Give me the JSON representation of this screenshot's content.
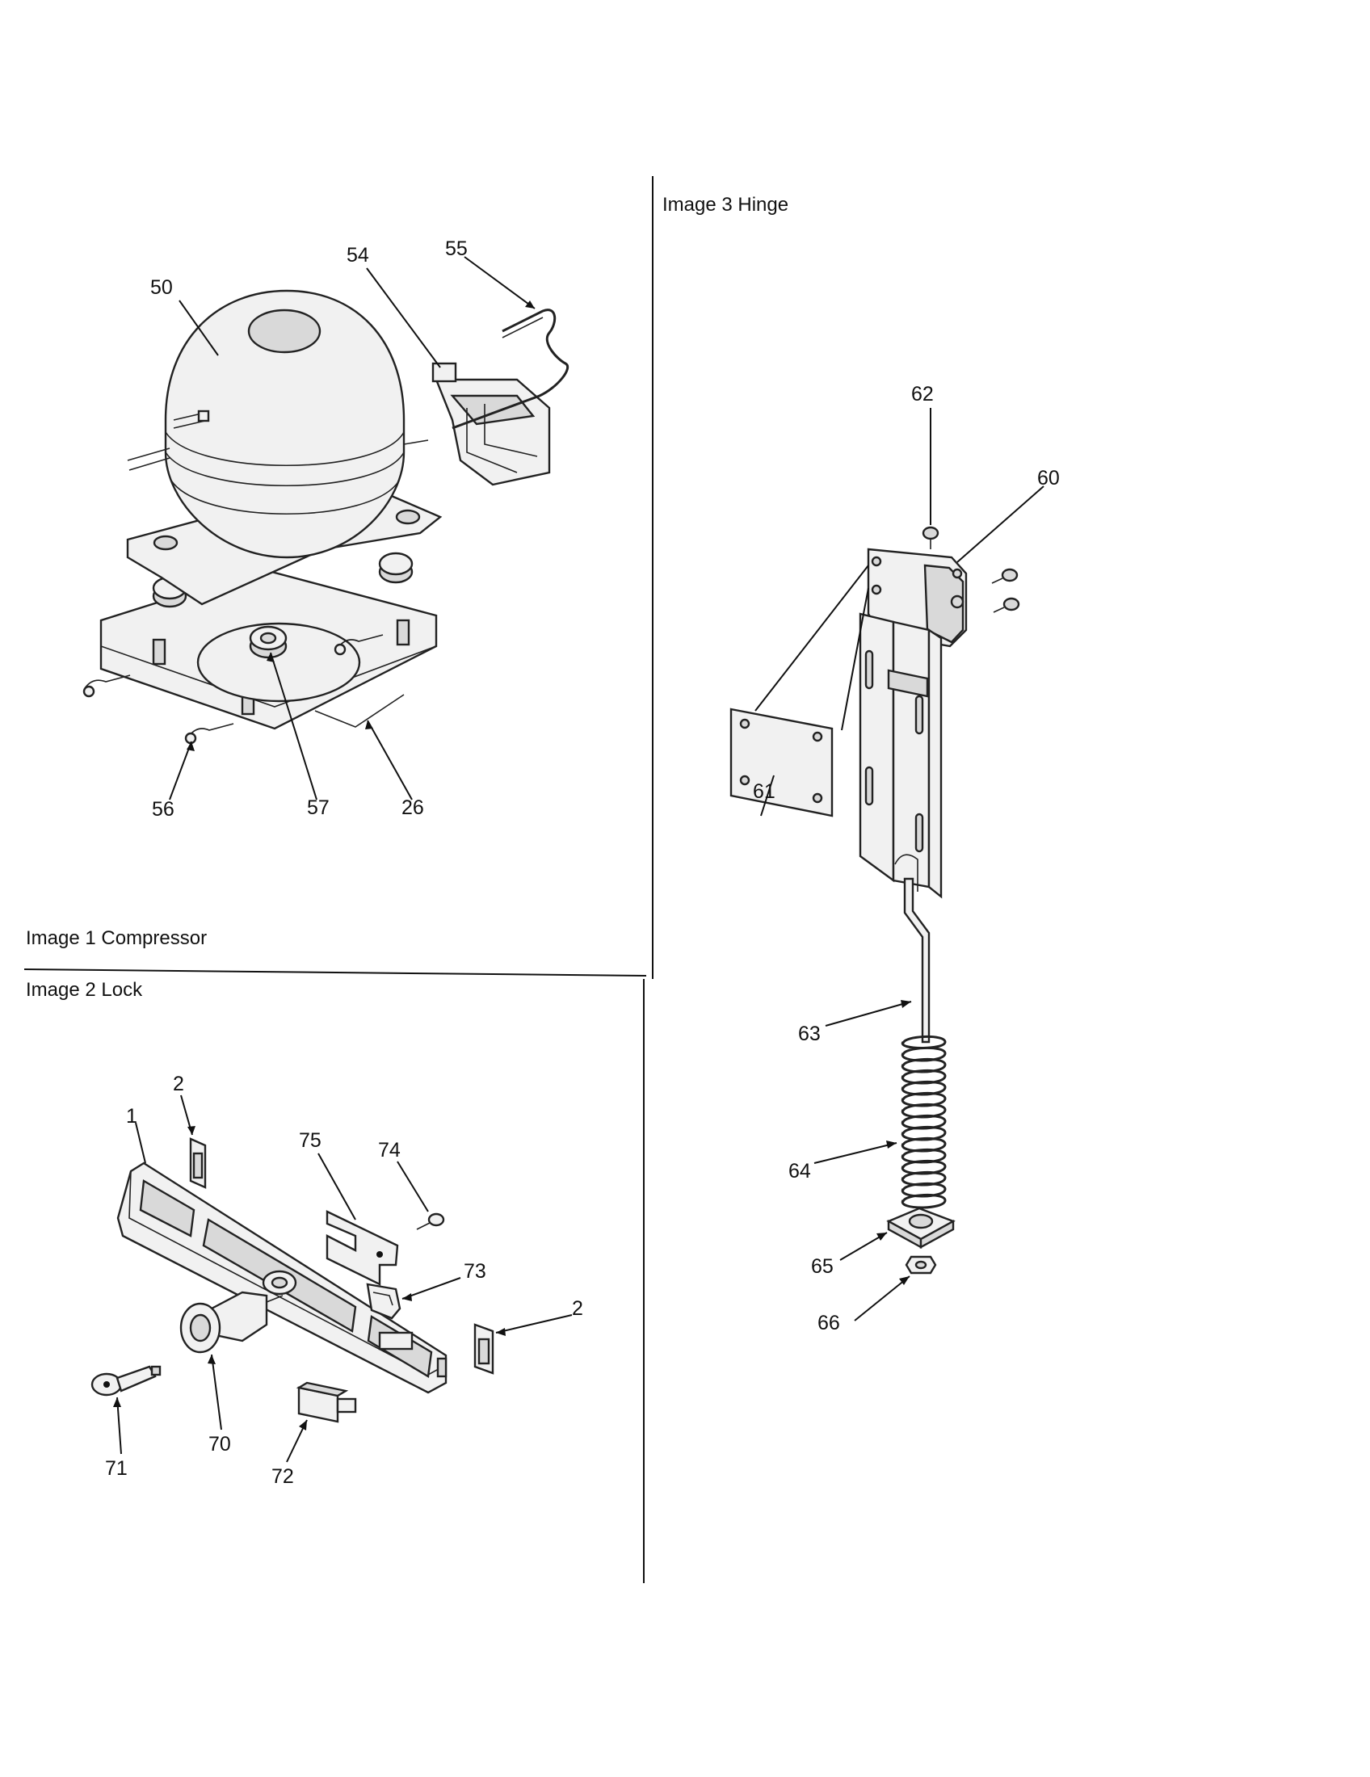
{
  "sections": [
    {
      "key": "compressor",
      "caption": "Image 1 Compressor"
    },
    {
      "key": "lock",
      "caption": "Image 2 Lock"
    },
    {
      "key": "hinge",
      "caption": "Image 3 Hinge"
    }
  ],
  "callouts": {
    "compressor": [
      "50",
      "54",
      "55",
      "56",
      "57",
      "26"
    ],
    "lock": [
      "1",
      "2",
      "75",
      "74",
      "73",
      "2",
      "70",
      "71",
      "72"
    ],
    "hinge": [
      "62",
      "60",
      "61",
      "63",
      "64",
      "65",
      "66"
    ]
  }
}
